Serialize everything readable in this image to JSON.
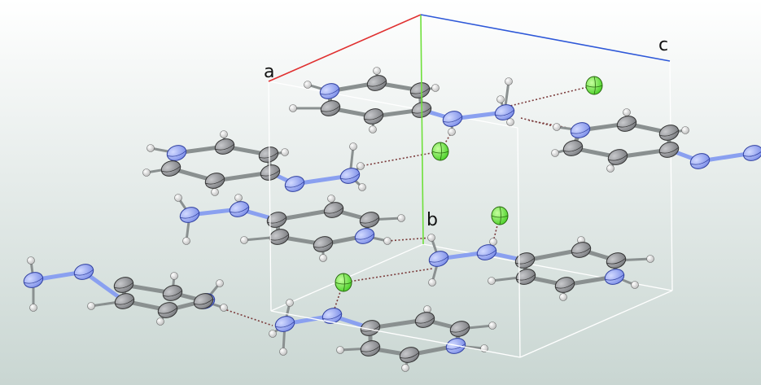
{
  "title": "",
  "axis_labels": {
    "a": "a",
    "b": "b",
    "c": "c"
  },
  "colors": {
    "background_top": "#ffffff",
    "background_bottom": "#c9d6d2",
    "axis_a": "#e03030",
    "axis_b": "#6ee03a",
    "axis_c": "#2e58d8",
    "cell_edge": "#ffffff",
    "carbon": "#7a7c80",
    "nitrogen": "#7c8ee8",
    "hydrogen": "#f4f4f4",
    "chlorine": "#4cd12a",
    "bond": "#8a9090",
    "nn_bond": "#8aa0f0",
    "hbond": "#7a3a3a"
  },
  "atom_types": [
    "C",
    "N",
    "H",
    "Cl"
  ]
}
